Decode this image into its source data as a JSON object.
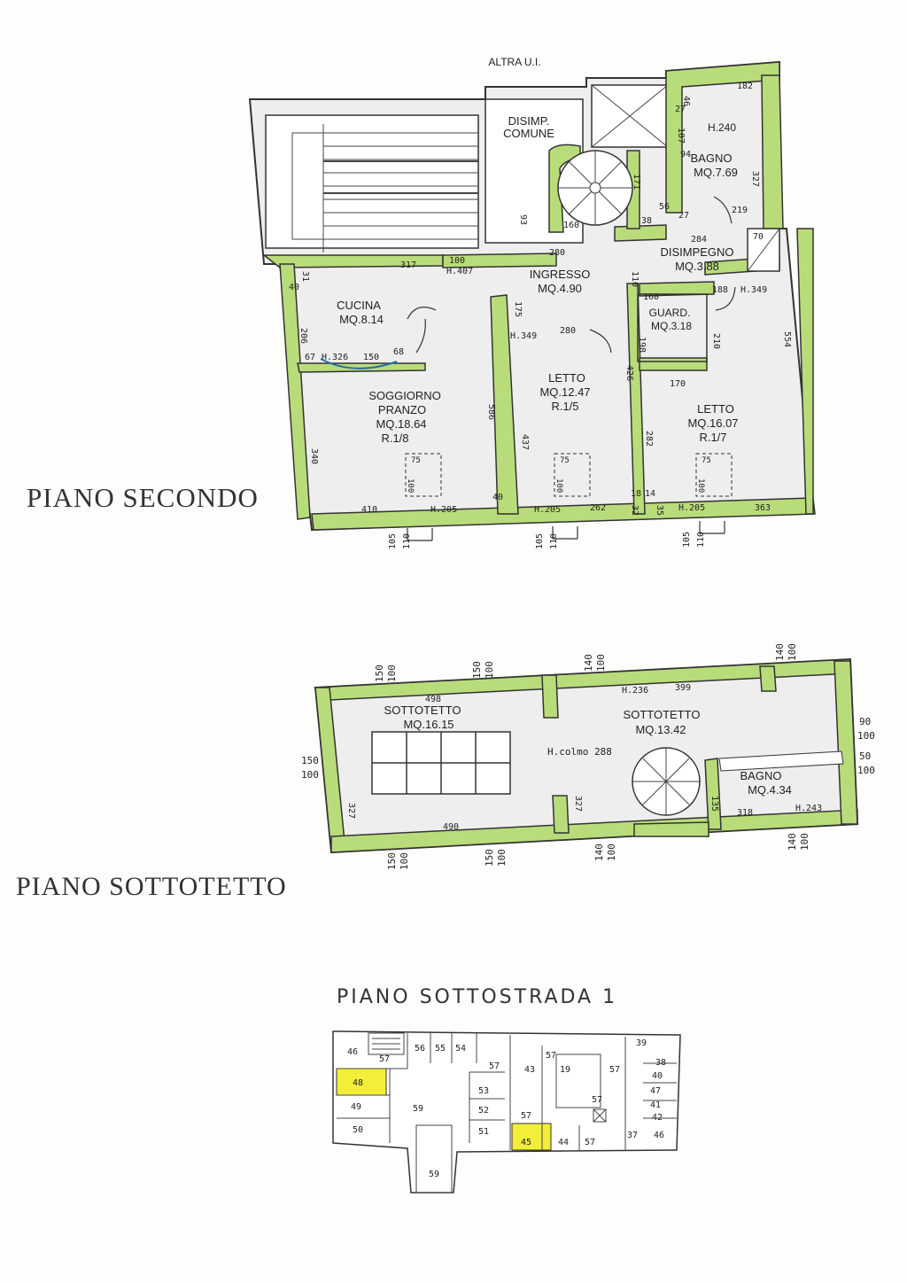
{
  "colors": {
    "wall_fill": "#b9dc7a",
    "wall_stroke": "#333333",
    "paper": "#fdfdfb",
    "highlight": "#f3ee3a"
  },
  "titles": {
    "piano_secondo": "PIANO  SECONDO",
    "piano_sottotetto": "PIANO  SOTTOTETTO",
    "piano_sottostrada": "PIANO SOTTOSTRADA 1"
  },
  "secondo": {
    "altra_ui": "ALTRA U.I.",
    "rooms": {
      "disimp_1": "DISIMP.",
      "disimp_2": "COMUNE",
      "bagno_h": "H.240",
      "bagno_name": "BAGNO",
      "bagno_mq": "MQ.7.69",
      "disimpegno_name": "DISIMPEGNO",
      "disimpegno_mq": "MQ.3.88",
      "ingresso_name": "INGRESSO",
      "ingresso_mq": "MQ.4.90",
      "cucina_name": "CUCINA",
      "cucina_mq": "MQ.8.14",
      "guard_name": "GUARD.",
      "guard_mq": "MQ.3.18",
      "soggiorno_1": "SOGGIORNO",
      "soggiorno_2": "PRANZO",
      "soggiorno_mq": "MQ.18.64",
      "soggiorno_r": "R.1/8",
      "letto1_name": "LETTO",
      "letto1_mq": "MQ.12.47",
      "letto1_r": "R.1/5",
      "letto2_name": "LETTO",
      "letto2_mq": "MQ.16.07",
      "letto2_r": "R.1/7"
    },
    "dims": {
      "d182": "182",
      "d46": "46",
      "d27a": "27",
      "d107": "107",
      "d94": "94",
      "d327": "327",
      "d171": "171",
      "d38": "38",
      "d56": "56",
      "d27b": "27",
      "d219": "219",
      "d284": "284",
      "d70": "70",
      "d93": "93",
      "d160a": "160",
      "d280a": "280",
      "d100": "100",
      "h407": "H.407",
      "d317": "317",
      "d31": "31",
      "d40a": "40",
      "d188": "188",
      "h349a": "H.349",
      "d160b": "160",
      "d110": "110",
      "d175": "175",
      "h349b": "H.349",
      "d280b": "280",
      "d198": "198",
      "d210": "210",
      "d554": "554",
      "d206": "206",
      "d67": "67",
      "h326": "H.326",
      "d150": "150",
      "d68": "68",
      "d426": "426",
      "d170": "170",
      "d586": "586",
      "d340": "340",
      "d437": "437",
      "d282": "282",
      "d75a": "75",
      "d100a": "100",
      "d75b": "75",
      "d100b": "100",
      "d75c": "75",
      "d100c": "100",
      "d40b": "40",
      "d18": "18",
      "d14": "14",
      "d410": "410",
      "h205a": "H.205",
      "h205b": "H.205",
      "d262": "262",
      "d32": "32",
      "d35": "35",
      "h205c": "H.205",
      "d363": "363",
      "w1a": "105",
      "w1b": "110",
      "w2a": "105",
      "w2b": "110",
      "w3a": "105",
      "w3b": "110"
    }
  },
  "sottotetto": {
    "st1_name": "SOTTOTETTO",
    "st1_mq": "MQ.16.15",
    "st2_name": "SOTTOTETTO",
    "st2_mq": "MQ.13.42",
    "bagno_name": "BAGNO",
    "bagno_mq": "MQ.4.34",
    "h236": "H.236",
    "d399": "399",
    "d498": "498",
    "colmo": "H.colmo 288",
    "d327a": "327",
    "d327b": "327",
    "d490": "490",
    "d135": "135",
    "d318": "318",
    "h243": "H.243",
    "d150l": "150",
    "d100l": "100",
    "d90r": "90",
    "d100r1": "100",
    "d50r": "50",
    "d100r2": "100",
    "top": [
      [
        "150",
        "100"
      ],
      [
        "150",
        "100"
      ],
      [
        "140",
        "100"
      ],
      [
        "140",
        "100"
      ]
    ],
    "bot": [
      [
        "150",
        "100"
      ],
      [
        "150",
        "100"
      ],
      [
        "140",
        "100"
      ],
      [
        "140",
        "100"
      ]
    ]
  },
  "sottostrada": {
    "units": [
      "46",
      "57",
      "56",
      "55",
      "54",
      "57",
      "57",
      "43",
      "19",
      "39",
      "38",
      "48",
      "53",
      "57",
      "40",
      "47",
      "49",
      "59",
      "52",
      "57",
      "41",
      "42",
      "50",
      "51",
      "57",
      "45",
      "44",
      "57",
      "37",
      "46",
      "59"
    ]
  }
}
